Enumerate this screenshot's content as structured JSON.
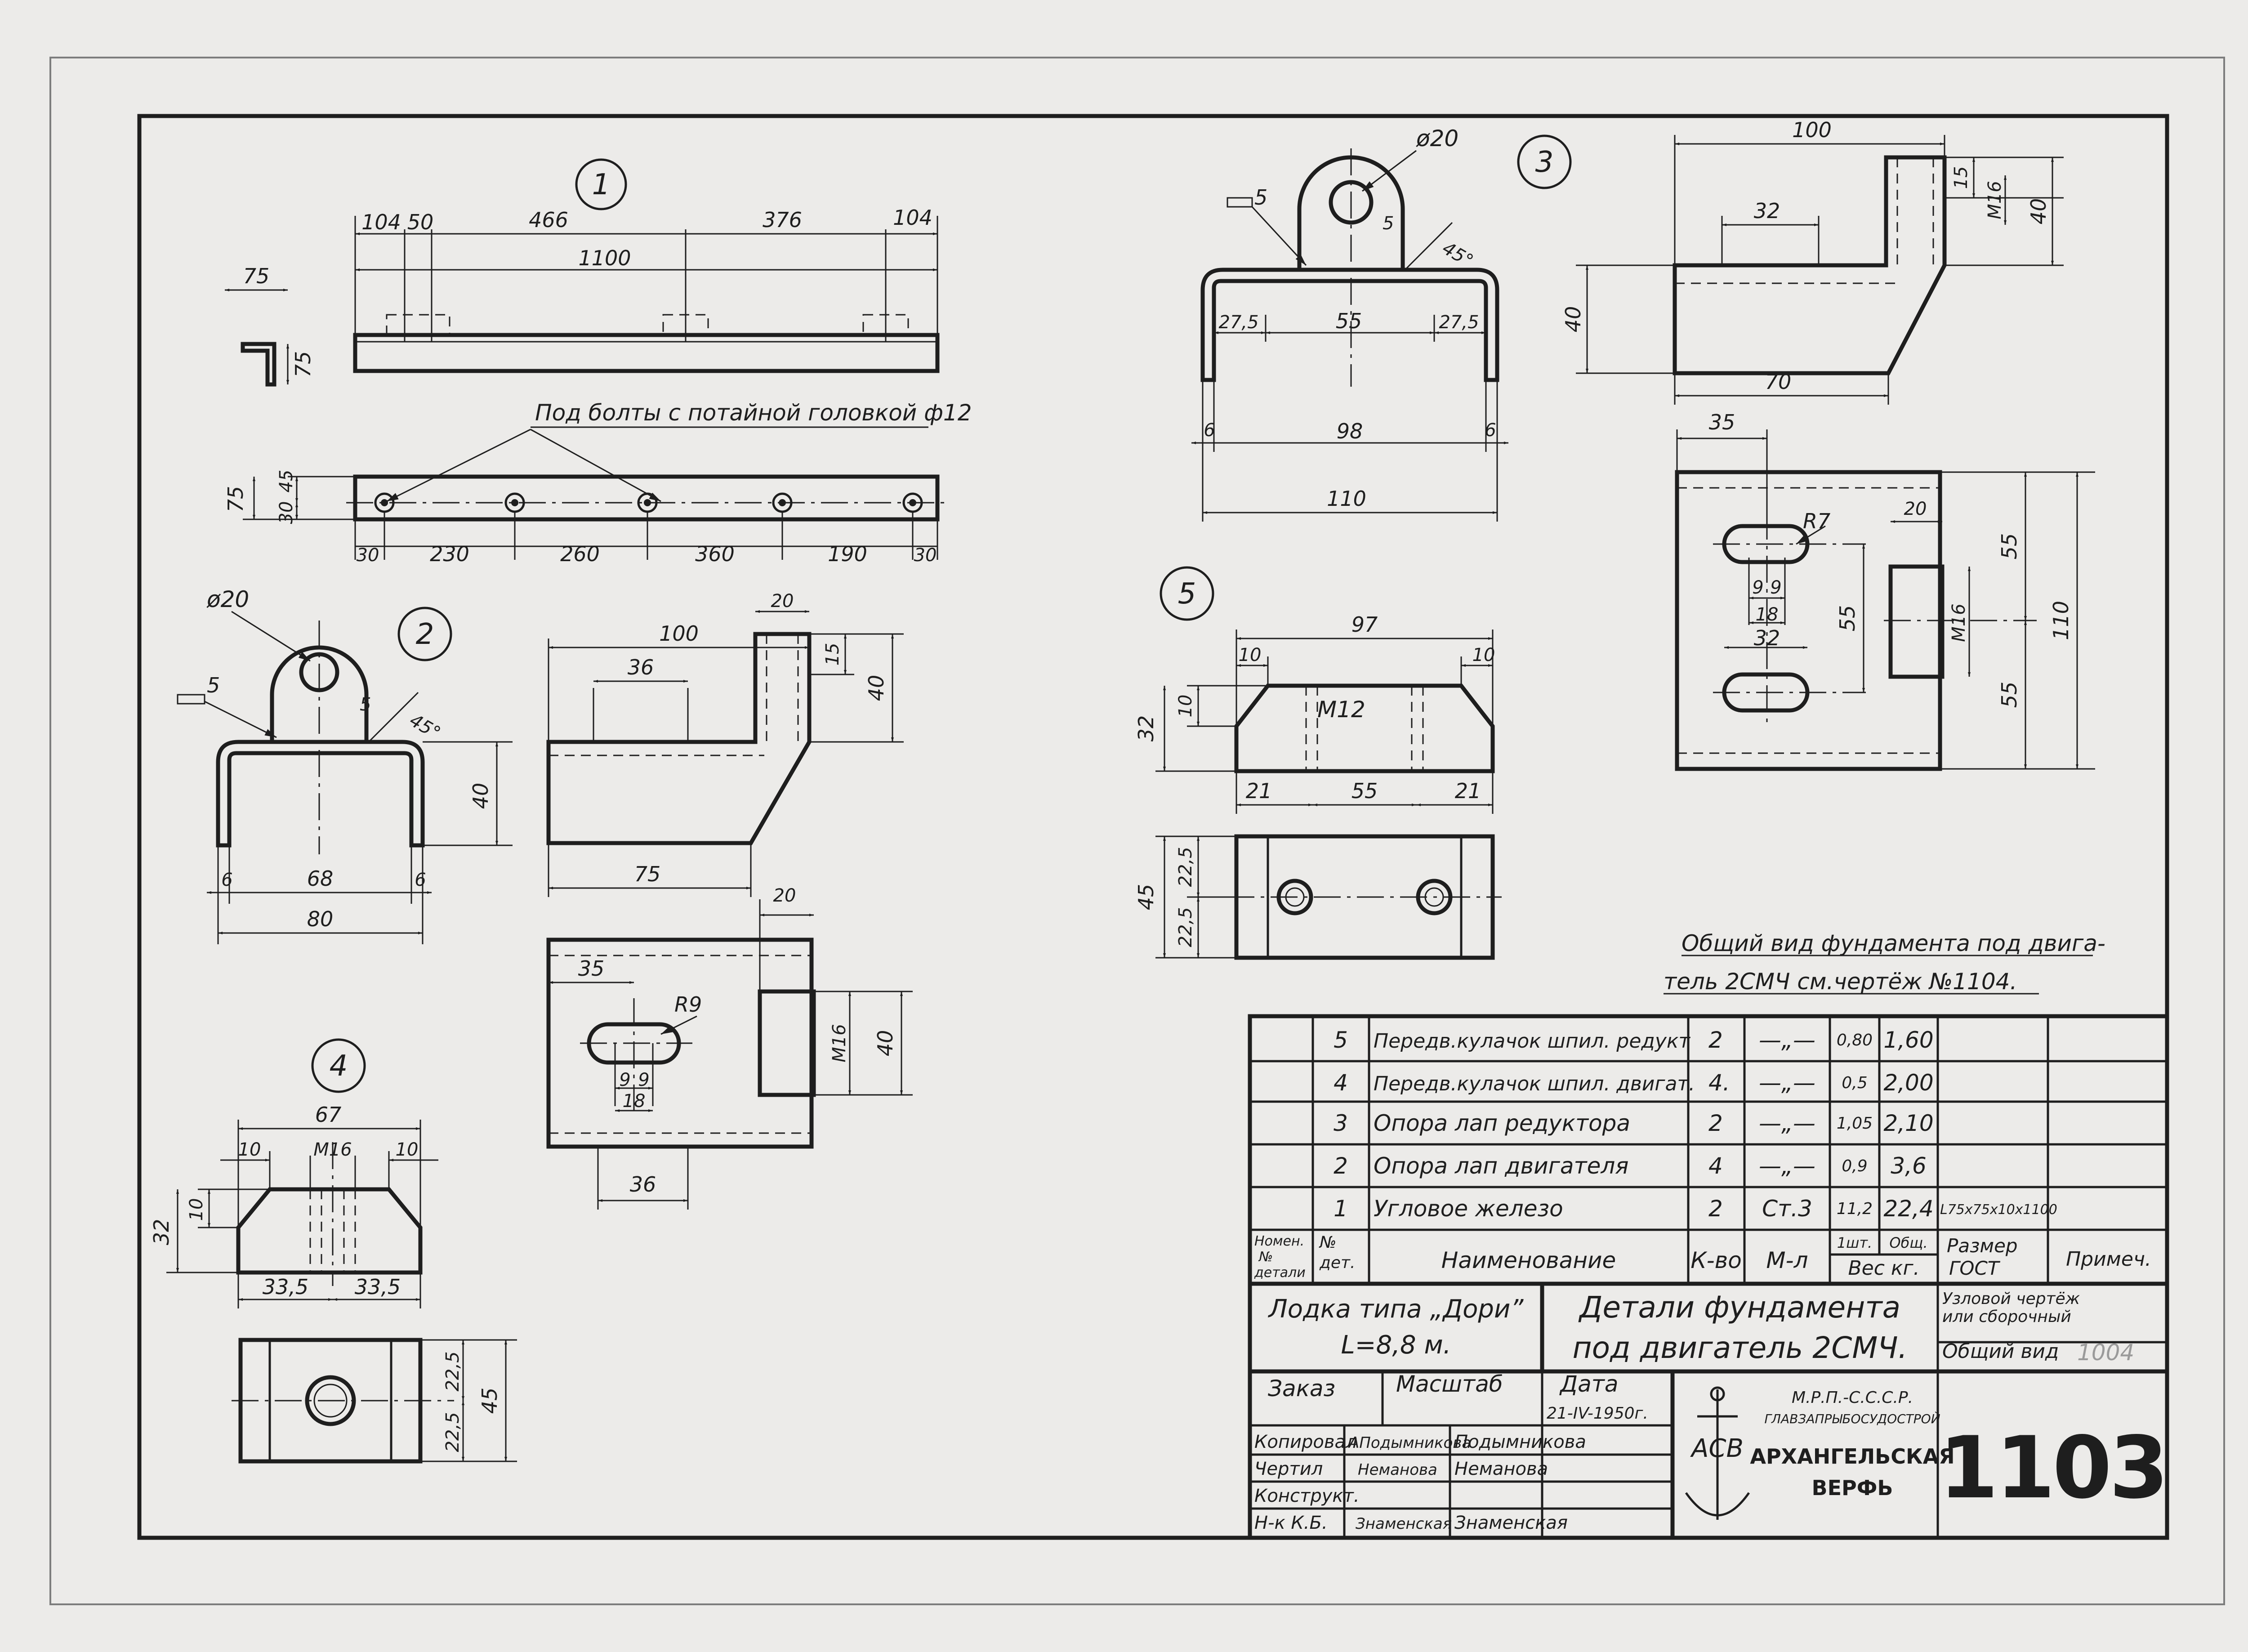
{
  "views": {
    "v1": {
      "num": "1",
      "top_dims": [
        "104",
        "50",
        "466",
        "376",
        "104"
      ],
      "overall": "1100",
      "side_h": "75",
      "side_w": "75",
      "note": "Под болты с потайной головкой ф12",
      "plan_h": "75",
      "plan_v1": "30",
      "plan_v2": "45",
      "bottom_dims": [
        "30",
        "230",
        "260",
        "360",
        "190",
        "30"
      ]
    },
    "v2": {
      "num": "2",
      "hole": "ø20",
      "weld": "5",
      "weld2": "5",
      "angle": "45°",
      "base_dims": [
        "6",
        "68",
        "6"
      ],
      "overall": "80",
      "h": "40",
      "side_top": "100",
      "side_36": "36",
      "side_20": "20",
      "side_15": "15",
      "side_40": "40",
      "side_75": "75",
      "plan_20": "20",
      "plan_35": "35",
      "slot_r": "R9",
      "plan_m16": "M16",
      "plan_40": "40",
      "plan_9a": "9",
      "plan_9b": "9",
      "plan_18": "18",
      "plan_36": "36"
    },
    "v3": {
      "num": "3",
      "hole": "ø20",
      "weld": "5",
      "weld2": "5",
      "angle": "45°",
      "inner": [
        "27,5",
        "55",
        "27,5"
      ],
      "mid": [
        "6",
        "98",
        "6"
      ],
      "overall": "110",
      "side_top": "100",
      "side_32": "32",
      "side_15": "15",
      "side_m16": "M16",
      "side_40r": "40",
      "side_40l": "40",
      "side_70": "70",
      "plan_35": "35",
      "plan_20": "20",
      "slot_r": "R7",
      "plan_9a": "9",
      "plan_9b": "9",
      "plan_18": "18",
      "plan_32": "32",
      "plan_55": "55",
      "plan_m16": "M16",
      "plan_55a": "55",
      "plan_55b": "55",
      "plan_110": "110"
    },
    "v4": {
      "num": "4",
      "overall": "67",
      "l10": "10",
      "r10": "10",
      "thread": "M16",
      "h10": "10",
      "h32": "32",
      "bottom": [
        "33,5",
        "33,5"
      ],
      "plan_a": "22,5",
      "plan_b": "22,5",
      "plan_45": "45"
    },
    "v5": {
      "num": "5",
      "overall": "97",
      "l10": "10",
      "r10": "10",
      "h10": "10",
      "h32": "32",
      "thread": "M12",
      "bottom": [
        "21",
        "55",
        "21"
      ],
      "plan_a": "22,5",
      "plan_b": "22,5",
      "plan_45": "45"
    }
  },
  "general_note": {
    "line1": "Общий вид фундамента под двига-",
    "line2": "тель 2СМЧ см.чертёж №1104."
  },
  "parts_table": {
    "rows": [
      {
        "num": "5",
        "name": "Передв.кулачок шпил. редукт",
        "qty": "2",
        "mat": "—„—",
        "w1": "0,80",
        "wt": "1,60",
        "size": "",
        "note": ""
      },
      {
        "num": "4",
        "name": "Передв.кулачок шпил. двигат.",
        "qty": "4.",
        "mat": "—„—",
        "w1": "0,5",
        "wt": "2,00",
        "size": "",
        "note": ""
      },
      {
        "num": "3",
        "name": "Опора лап редуктора",
        "qty": "2",
        "mat": "—„—",
        "w1": "1,05",
        "wt": "2,10",
        "size": "",
        "note": ""
      },
      {
        "num": "2",
        "name": "Опора лап двигателя",
        "qty": "4",
        "mat": "—„—",
        "w1": "0,9",
        "wt": "3,6",
        "size": "",
        "note": ""
      },
      {
        "num": "1",
        "name": "Угловое железо",
        "qty": "2",
        "mat": "Ст.3",
        "w1": "11,2",
        "wt": "22,4",
        "size": "L75x75x10x1100",
        "note": ""
      }
    ],
    "header": {
      "nom": [
        "Номен.",
        "№",
        "детали"
      ],
      "num": [
        "№",
        "дет."
      ],
      "name": "Наименование",
      "qty": "К-во",
      "mat": "М-л",
      "w1": "1шт.",
      "wt": "Общ.",
      "wlabel": "Вес кг.",
      "size": [
        "Размер",
        "ГОСТ"
      ],
      "note": "Примеч."
    }
  },
  "title_block": {
    "boat1": "Лодка типа „Дори”",
    "boat2": "L=8,8 м.",
    "title1": "Детали фундамента",
    "title2": "под двигатель 2СМЧ.",
    "type1": "Узловой чертёж",
    "type2": "или сборочный",
    "type3": "Общий вид",
    "ref": "1004",
    "order": "Заказ",
    "scale": "Масштаб",
    "date_l": "Дата",
    "date": "21-IV-1950г.",
    "org1": "М.Р.П.-С.С.С.Р.",
    "org2": "ГЛАВЗАПРЫБОСУДОСТРОЙ",
    "org3": "АРХАНГЕЛЬСКАЯ",
    "org4": "ВЕРФЬ",
    "logo": "АСВ",
    "number": "1103",
    "roles": [
      {
        "role": "Копировал",
        "sign": "АПодымникова",
        "name": "Подымникова"
      },
      {
        "role": "Чертил",
        "sign": "Неманова",
        "name": "Неманова"
      },
      {
        "role": "Конструкт.",
        "sign": "",
        "name": ""
      },
      {
        "role": "Н-к К.Б.",
        "sign": "Знаменская",
        "name": "Знаменская"
      }
    ]
  }
}
